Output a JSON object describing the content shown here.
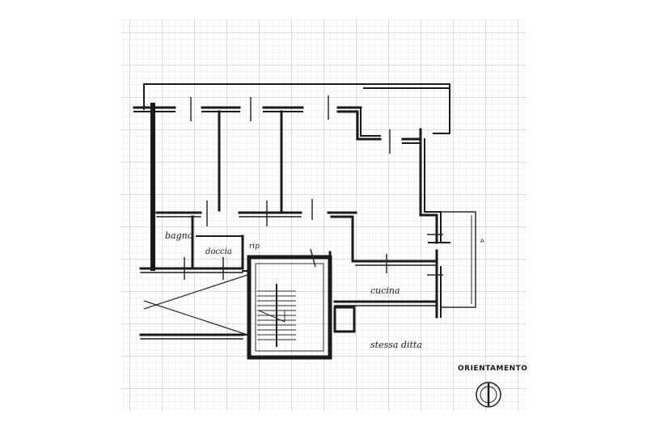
{
  "labels": {
    "bagno": "bagno",
    "doccia": "doccia",
    "rip": "rip",
    "cucina": "cucina",
    "stessa_ditta": "stessa ditta",
    "orientamento": "ORIENTAMENTO",
    "marker": "A"
  },
  "colors": {
    "paper": "#ffffff",
    "grid": "#c8c8c8",
    "ink": "#1a1a1a"
  }
}
